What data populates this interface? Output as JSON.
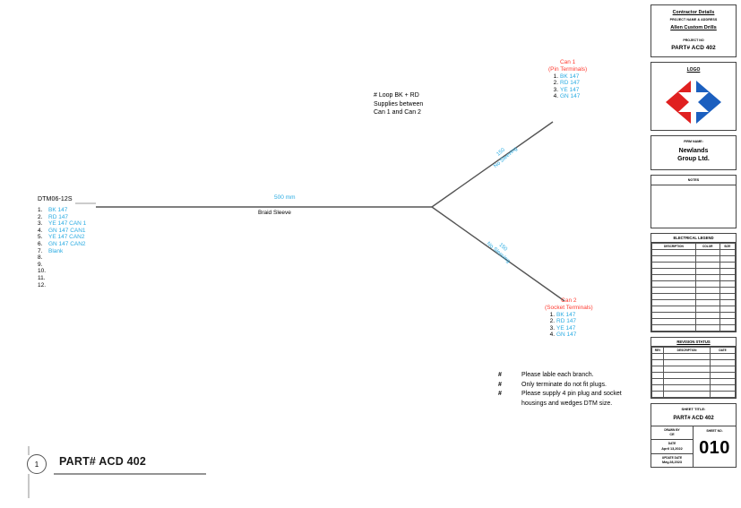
{
  "drawing": {
    "left_connector": {
      "title": "DTM06-12S",
      "pins": [
        {
          "no": "1.",
          "value": "BK 147"
        },
        {
          "no": "2.",
          "value": "RD 147"
        },
        {
          "no": "3.",
          "value": "YE 147 CAN 1"
        },
        {
          "no": "4.",
          "value": "GN 147 CAN1"
        },
        {
          "no": "5.",
          "value": "YE 147 CAN2"
        },
        {
          "no": "6.",
          "value": "GN 147 CAN2"
        },
        {
          "no": "7.",
          "value": "Blank"
        },
        {
          "no": "8.",
          "value": ""
        },
        {
          "no": "9.",
          "value": ""
        },
        {
          "no": "10.",
          "value": ""
        },
        {
          "no": "11.",
          "value": ""
        },
        {
          "no": "12.",
          "value": ""
        }
      ]
    },
    "can1": {
      "title": "Can 1",
      "subtitle": "(Pin Terminals)",
      "pins": [
        {
          "no": "1.",
          "value": "BK 147"
        },
        {
          "no": "2.",
          "value": "RD 147"
        },
        {
          "no": "3.",
          "value": "YE 147"
        },
        {
          "no": "4.",
          "value": "GN 147"
        }
      ]
    },
    "can2": {
      "title": "Can 2",
      "subtitle": "(Socket Terminals)",
      "pins": [
        {
          "no": "1.",
          "value": "BK 147"
        },
        {
          "no": "2.",
          "value": "RD 147"
        },
        {
          "no": "3.",
          "value": "YE 147"
        },
        {
          "no": "4.",
          "value": "GN 147"
        }
      ]
    },
    "loop_note": [
      "#  Loop BK + RD",
      "Supplies between",
      "Can 1 and Can 2"
    ],
    "trunk": {
      "dimension": "500 mm",
      "sleeve": "Braid Sleeve"
    },
    "branch1": {
      "dimension": "150",
      "sleeving": "No Sleeving"
    },
    "branch2": {
      "dimension": "150",
      "sleeving": "No Sleeving"
    },
    "notes": [
      {
        "marker": "#",
        "lines": [
          "Please lable each branch."
        ]
      },
      {
        "marker": "#",
        "lines": [
          "Only terminate do not fit plugs."
        ]
      },
      {
        "marker": "#",
        "lines": [
          "Please supply 4 pin plug and socket",
          "housings and wedges DTM size."
        ]
      }
    ],
    "part_callout": {
      "bubble": "1",
      "label": "PART# ACD 402"
    }
  },
  "title_block": {
    "contractor": {
      "heading": "Contractor Details",
      "field_label": "PROJECT  NAME  &  ADDRESS",
      "company": "Allen Custom Drills",
      "project_no_label": "PROJECT   NO",
      "project_no": "PART# ACD 402"
    },
    "logo": {
      "caption": "LOGO",
      "color_left": "#E02020",
      "color_right": "#1B5FBF"
    },
    "firm": {
      "caption": "FIRM  NAME:",
      "line1": "Newlands",
      "line2": "Group Ltd."
    },
    "notes_box": {
      "caption": "NOTES"
    },
    "legend": {
      "caption": "ELECTRICAL LEGEND",
      "columns": [
        "DESCRIPTION",
        "COLOR",
        "SIZE"
      ],
      "rows": 13
    },
    "revision": {
      "caption": "REVISION STATUS",
      "columns": [
        "REV",
        "DESCRIPTION",
        "DATE"
      ],
      "rows": 7
    },
    "sheet": {
      "title_caption": "SHEET  TITLE:",
      "title_value": "PART# ACD 402",
      "drawn_by_label": "DRAWN  BY",
      "drawn_by_value": "CE",
      "date_label": "DATE",
      "date_value": "April 13,2022",
      "update_label": "UPDATE  DATE",
      "update_value": "May,28,2023",
      "sheet_no_label": "SHEET  NO.",
      "sheet_no_value": "010"
    }
  }
}
